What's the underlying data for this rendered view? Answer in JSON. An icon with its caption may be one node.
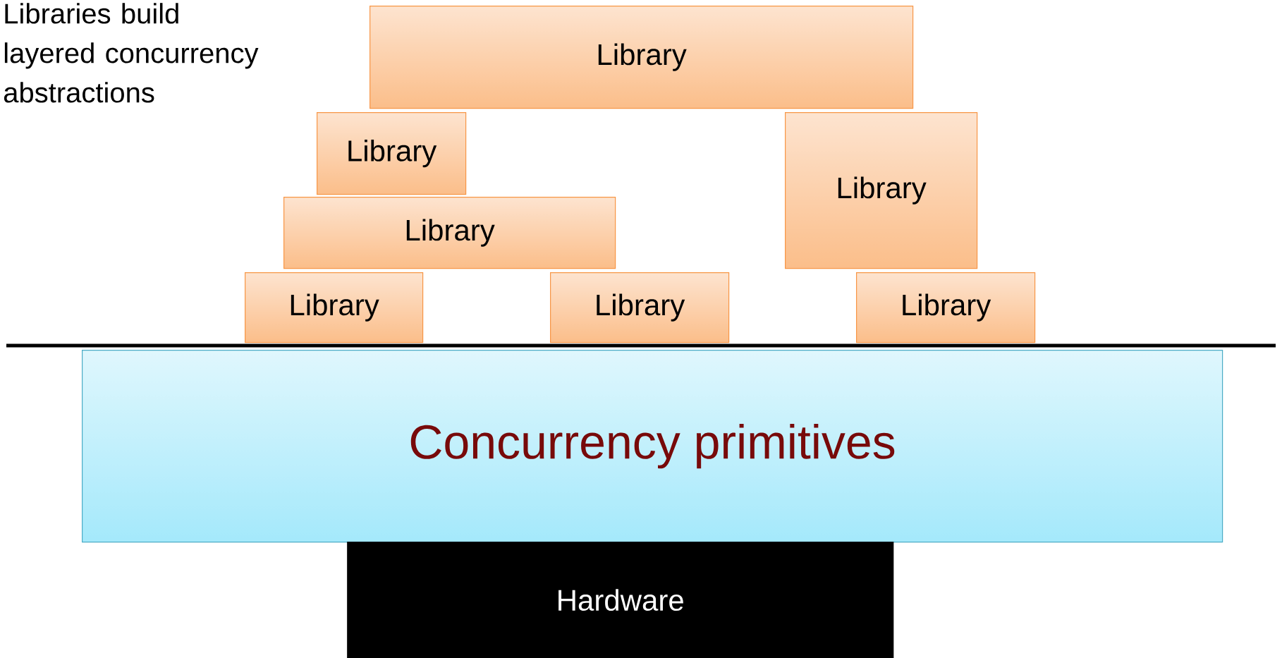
{
  "diagram": {
    "nodes": [
      {
        "text": [
          "Library"
        ]
      },
      {
        "text": [
          "Library"
        ]
      },
      {
        "text": [
          "Library"
        ]
      },
      {
        "text": [
          "Library"
        ]
      },
      {
        "text": [
          "Library"
        ]
      },
      {
        "text": [
          "Library"
        ]
      },
      {
        "text": [
          "Library"
        ]
      },
      {
        "text": [
          "Concurrency primitives"
        ]
      },
      {
        "text": [
          "Hardware"
        ]
      }
    ],
    "labels": [
      "Libraries build layered concurrency abstractions"
    ]
  }
}
